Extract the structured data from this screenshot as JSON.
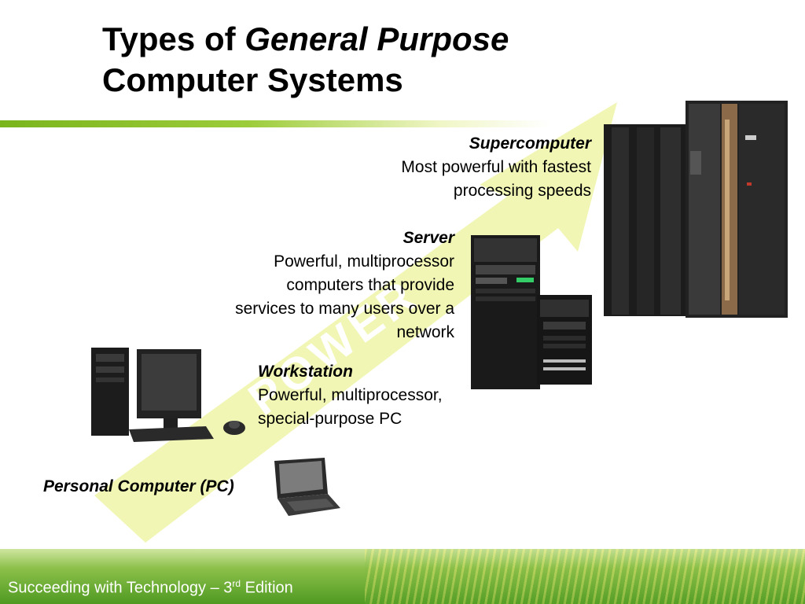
{
  "slide": {
    "title_prefix": "Types of ",
    "title_italic": "General Purpose",
    "title_line2": "Computer Systems",
    "arrow_label": "POWER",
    "colors": {
      "accent_green": "#7ab51d",
      "arrow_yellow": "#eef5a8"
    }
  },
  "items": [
    {
      "name": "Supercomputer",
      "description": [
        "Most powerful with fastest",
        "processing speeds"
      ]
    },
    {
      "name": "Server",
      "description": [
        "Powerful, multiprocessor",
        "computers that provide",
        "services to many users over a",
        "network"
      ]
    },
    {
      "name": "Workstation",
      "description": [
        "Powerful, multiprocessor,",
        "special-purpose PC"
      ]
    },
    {
      "name": "Personal Computer (PC)"
    }
  ],
  "footer": {
    "text": "Succeeding with Technology – 3",
    "superscript": "rd",
    "suffix": " Edition"
  }
}
